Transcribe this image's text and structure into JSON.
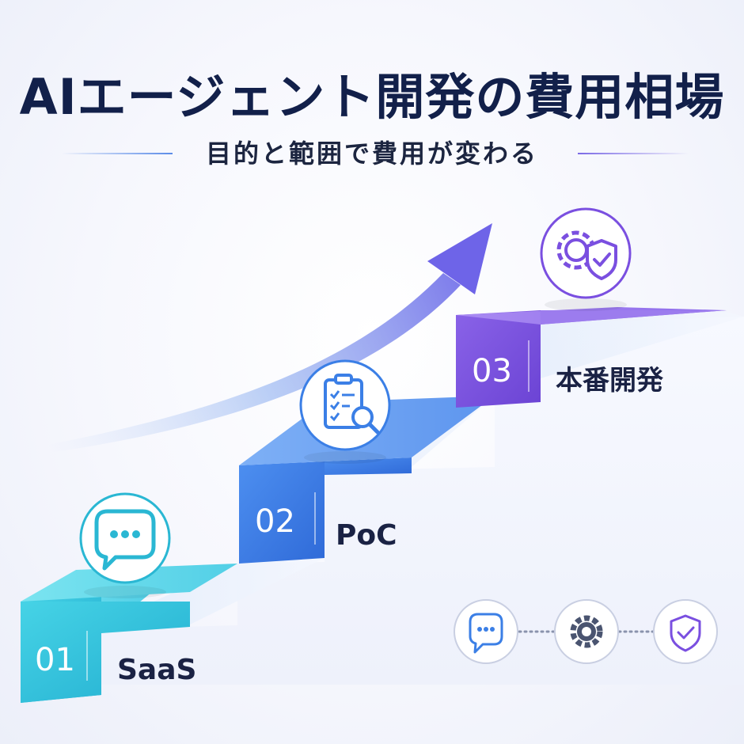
{
  "header": {
    "title": "AIエージェント開発の費用相場",
    "subtitle": "目的と範囲で費用が変わる"
  },
  "steps": [
    {
      "number": "01",
      "label": "SaaS",
      "icon": "chat-bubble-icon",
      "color": "#35c6de"
    },
    {
      "number": "02",
      "label": "PoC",
      "icon": "clipboard-search-icon",
      "color": "#3b7fe6"
    },
    {
      "number": "03",
      "label": "本番開発",
      "icon": "gear-shield-icon",
      "color": "#7a4fe0"
    }
  ],
  "flow": {
    "icons": [
      "chat-bubble-icon",
      "gear-icon",
      "shield-check-icon"
    ]
  },
  "colors": {
    "title": "#12204a",
    "teal": "#2ab7d3",
    "blue": "#3b7fe6",
    "purple": "#7a4fe0"
  }
}
